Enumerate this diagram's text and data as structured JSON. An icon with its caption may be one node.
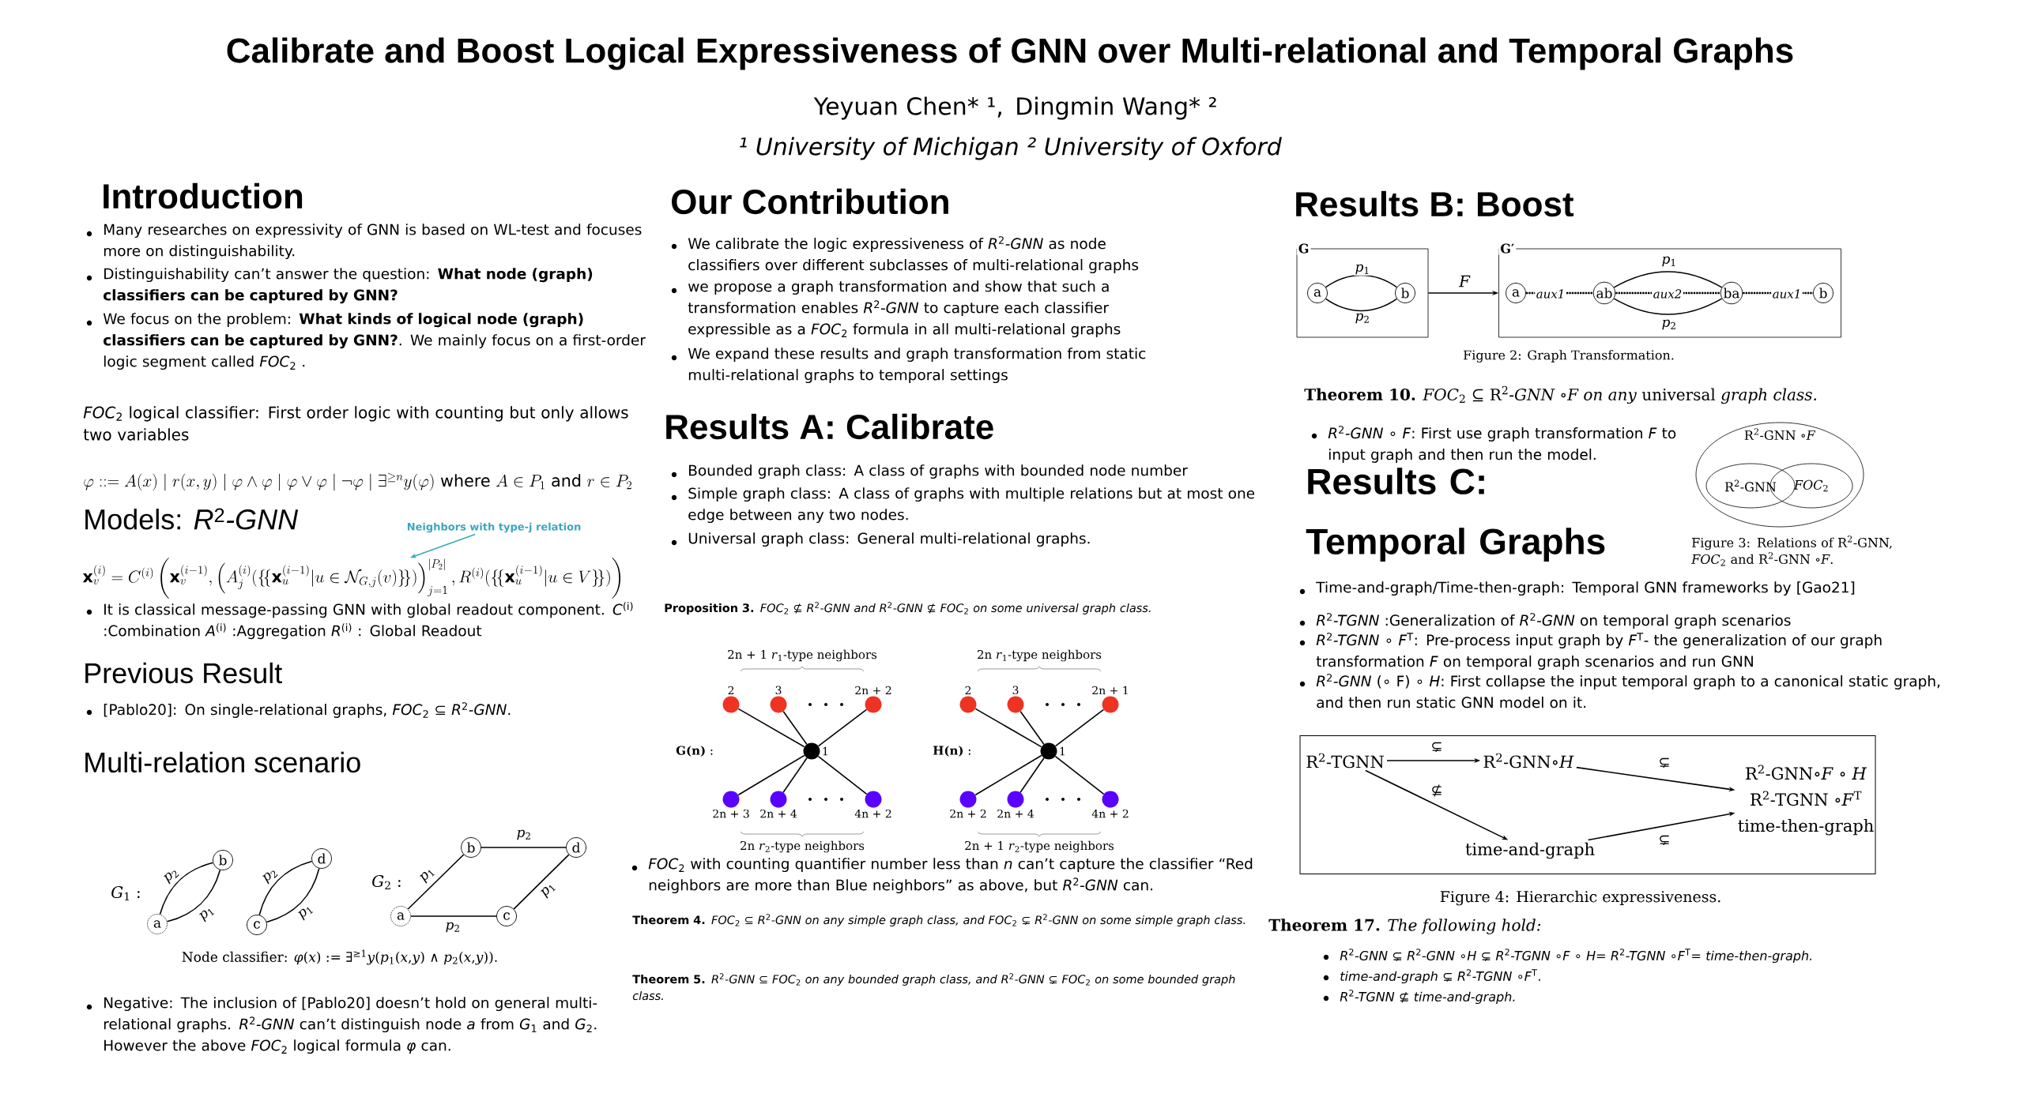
{
  "diagram": {
    "title": "Calibrate and Boost Logical Expressiveness of GNN over Multi-relational and Temporal Graphs",
    "nodes": [
      {
        "text": [
          "a"
        ]
      },
      {
        "text": [
          "b"
        ]
      },
      {
        "text": [
          "c"
        ]
      },
      {
        "text": [
          "d"
        ]
      },
      {
        "text": [
          "a"
        ]
      },
      {
        "text": [
          "b"
        ]
      },
      {
        "text": [
          "c"
        ]
      },
      {
        "text": [
          "d"
        ]
      },
      {
        "text": [],
        "shape": "circle",
        "beside": [
          "1"
        ]
      },
      {
        "text": [],
        "shape": "circle",
        "beside": [
          "2"
        ]
      },
      {
        "text": [],
        "shape": "circle",
        "beside": [
          "3"
        ]
      },
      {
        "text": [],
        "shape": "circle",
        "beside": [
          "2n + 2"
        ]
      },
      {
        "text": [],
        "shape": "circle",
        "beside": [
          "2n + 3"
        ]
      },
      {
        "text": [],
        "shape": "circle",
        "beside": [
          "2n + 4"
        ]
      },
      {
        "text": [],
        "shape": "circle",
        "beside": [
          "4n + 2"
        ]
      },
      {
        "text": [],
        "shape": "circle",
        "beside": [
          "1"
        ]
      },
      {
        "text": [],
        "shape": "circle",
        "beside": [
          "2"
        ]
      },
      {
        "text": [],
        "shape": "circle",
        "beside": [
          "3"
        ]
      },
      {
        "text": [],
        "shape": "circle",
        "beside": [
          "2n + 1"
        ]
      },
      {
        "text": [],
        "shape": "circle",
        "beside": [
          "2n + 2"
        ]
      },
      {
        "text": [],
        "shape": "circle",
        "beside": [
          "2n + 4"
        ]
      },
      {
        "text": [],
        "shape": "circle",
        "beside": [
          "4n + 2"
        ]
      },
      {
        "text": [
          "G"
        ]
      },
      {
        "text": [
          "a"
        ],
        "in": 22
      },
      {
        "text": [
          "b"
        ],
        "in": 22
      },
      {
        "text": [
          "G′"
        ]
      },
      {
        "text": [
          "a"
        ],
        "in": 25
      },
      {
        "text": [
          "ab"
        ],
        "in": 25
      },
      {
        "text": [
          "ba"
        ],
        "in": 25
      },
      {
        "text": [
          "b"
        ],
        "in": 25
      },
      {
        "text": [
          "R$^{2}$-GNN ∘*F*"
        ]
      },
      {
        "text": [
          "R$^{2}$-GNN"
        ],
        "in": 30
      },
      {
        "text": [
          "*FOC*$_{2}$"
        ],
        "in": 30
      },
      {
        "text": [],
        "shape": "box"
      },
      {
        "text": [
          "R$^{2}$-TGNN"
        ],
        "in": 33
      },
      {
        "text": [
          "R$^{2}$-GNN∘*H*"
        ],
        "in": 33
      },
      {
        "text": [
          "time-and-graph"
        ],
        "in": 33
      },
      {
        "text": [
          "R$^{2}$-GNN∘*F* ∘ *H*",
          "R$^{2}$-TGNN ∘*F*$^{T}$",
          "time-then-graph"
        ],
        "in": 33
      },
      {
        "text": [
          "Neighbors with type-j relation"
        ]
      },
      {
        "text": [
          "\\mathbf{x}_v^{(i)} = C^{(i)}\\left(\\mathbf{x}_v^{(i-1)}, \\left(A_j^{(i)}(\\{\\!\\{\\mathbf{x}_u^{(i-1)} | u \\in \\mathcal{N}_{G,j}(v)\\}\\!\\})\\right)_{j=1}^{|P_2|}, R^{(i)}(\\{\\!\\{\\mathbf{x}_u^{(i-1)} | u \\in V\\}\\!\\})\\right)"
        ]
      }
    ],
    "edges": [
      {
        "from": 0,
        "to": 1,
        "arrow": "none",
        "label": "*p*$_{2}$"
      },
      {
        "from": 0,
        "to": 1,
        "arrow": "none",
        "label": "*p*$_{1}$"
      },
      {
        "from": 2,
        "to": 3,
        "arrow": "none",
        "label": "*p*$_{2}$"
      },
      {
        "from": 2,
        "to": 3,
        "arrow": "none",
        "label": "*p*$_{1}$"
      },
      {
        "from": 4,
        "to": 5,
        "arrow": "none",
        "label": "*p*$_{1}$"
      },
      {
        "from": 5,
        "to": 7,
        "arrow": "none",
        "label": "*p*$_{2}$"
      },
      {
        "from": 7,
        "to": 6,
        "arrow": "none",
        "label": "*p*$_{1}$"
      },
      {
        "from": 4,
        "to": 6,
        "arrow": "none",
        "label": "*p*$_{2}$"
      },
      {
        "from": 8,
        "to": 9,
        "arrow": "none"
      },
      {
        "from": 8,
        "to": 10,
        "arrow": "none"
      },
      {
        "from": 8,
        "to": 11,
        "arrow": "none"
      },
      {
        "from": 8,
        "to": 12,
        "arrow": "none"
      },
      {
        "from": 8,
        "to": 13,
        "arrow": "none"
      },
      {
        "from": 8,
        "to": 14,
        "arrow": "none"
      },
      {
        "from": 15,
        "to": 16,
        "arrow": "none"
      },
      {
        "from": 15,
        "to": 17,
        "arrow": "none"
      },
      {
        "from": 15,
        "to": 18,
        "arrow": "none"
      },
      {
        "from": 15,
        "to": 19,
        "arrow": "none"
      },
      {
        "from": 15,
        "to": 20,
        "arrow": "none"
      },
      {
        "from": 15,
        "to": 21,
        "arrow": "none"
      },
      {
        "from": 23,
        "to": 24,
        "arrow": "none",
        "label": "*p*$_{1}$"
      },
      {
        "from": 23,
        "to": 24,
        "arrow": "none",
        "label": "*p*$_{2}$"
      },
      {
        "from": 22,
        "to": 25,
        "arrow": "to",
        "label": "F"
      },
      {
        "from": 26,
        "to": 27,
        "arrow": "none",
        "label": "aux1",
        "style": "dashed"
      },
      {
        "from": 27,
        "to": 28,
        "arrow": "none",
        "label": "aux2",
        "style": "dashed"
      },
      {
        "from": 27,
        "to": 28,
        "arrow": "none",
        "label": "*p*$_{1}$"
      },
      {
        "from": 27,
        "to": 28,
        "arrow": "none",
        "label": "*p*$_{2}$"
      },
      {
        "from": 28,
        "to": 29,
        "arrow": "none",
        "label": "aux1",
        "style": "dashed"
      },
      {
        "from": 34,
        "to": 35,
        "arrow": "to",
        "label": "⊊"
      },
      {
        "from": 34,
        "to": 36,
        "arrow": "to",
        "label": "⊈"
      },
      {
        "from": 35,
        "to": 37,
        "arrow": "to",
        "label": "⊊"
      },
      {
        "from": 36,
        "to": 37,
        "arrow": "to",
        "label": "⊊"
      },
      {
        "from": 38,
        "to": 39,
        "arrow": "to",
        "color": "#3aa6c0"
      }
    ],
    "labels": [
      "Yeyuan Chen* ¹,",
      "Dingmin Wang* ²",
      "¹ University of Michigan ² University of Oxford",
      "Introduction",
      "Many researches on expressivity of GNN is based on WL-test and focuses more on distinguishability.",
      "Distinguishability can’t answer the question: **What node (graph) classifiers can be captured by GNN?**",
      "We focus on the problem: **What kinds of logical node (graph) classifiers can be captured by GNN?**. We mainly focus on a first-order logic segment called *FOC*$_{2}$ .",
      "*FOC*$_{2}$ logical classifier: First order logic with counting but only allows two variables",
      "\\varphi ::= A(x) \\mid r(x,y) \\mid \\varphi \\wedge \\varphi \\mid \\varphi \\vee \\varphi \\mid \\neg \\varphi \\mid \\exists^{\\geq n} y(\\varphi) \\text{ where } A \\in P_1 \\text{ and } r \\in P_2",
      "Models: *R*$^{2}$*-GNN*",
      "It is classical message-passing GNN with global readout component. *C*$^{(i)}$ :Combination *A*$^{(i)}$ :Aggregation *R*$^{(i)}$ : Global Readout",
      "Previous Result",
      "[Pablo20]: On single-relational graphs, *FOC*$_{2}$ ⊆ *R*$^{2}$*-GNN*.",
      "Multi-relation scenario",
      "*G*$_{1}$ :",
      "*G*$_{2}$ :",
      "Node classifier: *φ*(*x*) := ∃$^{≥1}$*y*(*p*$_{1}$(*x*,*y*) ∧ *p*$_{2}$(*x*,*y*)).",
      "Negative: The inclusion of [Pablo20] doesn’t hold on general multi-relational graphs. *R*$^{2}$*-GNN* can’t distinguish node *a* from *G*$_{1}$ and *G*$_{2}$. However the above *FOC*$_{2}$ logical formula *φ* can.",
      "Our Contribution",
      "We calibrate the logic expressiveness of *R*$^{2}$*-GNN* as node classifiers over different subclasses of multi-relational graphs",
      "we propose a graph transformation and show that such a transformation enables *R*$^{2}$*-GNN* to capture each classifier expressible as a *FOC*$_{2}$ formula in all multi-relational graphs",
      "We expand these results and graph transformation from static multi-relational graphs to temporal settings",
      "Results A: Calibrate",
      "Bounded graph class: A class of graphs with bounded node number",
      "Simple graph class: A class of graphs with multiple relations but at most one edge between any two nodes.",
      "Universal graph class: General multi-relational graphs.",
      "**Proposition 3.** *FOC*$_{2}$ ⊈ *R*$^{2}$*-GNN and R*$^{2}$*-GNN* ⊈ *FOC*$_{2}$ *on some universal graph class.*",
      "2n + 1 *r*$_{1}$-type neighbors",
      "2n *r*$_{2}$-type neighbors",
      "**G(n)** :",
      "2n *r*$_{1}$-type neighbors",
      "2n + 1 *r*$_{2}$-type neighbors",
      "**H(n)** :",
      "*FOC*$_{2}$ with counting quantifier number less than *n* can’t capture the classifier “Red neighbors are more than Blue neighbors” as above, but *R*$^{2}$*-GNN* can.",
      "**Theorem 4.** *FOC*$_{2}$ ⊆ *R*$^{2}$*-GNN on any simple graph class, and FOC*$_{2}$ ⊊ *R*$^{2}$*-GNN on some simple graph class.*",
      "**Theorem 5.** *R*$^{2}$*-GNN* ⊆ *FOC*$_{2}$ *on any bounded graph class, and R*$^{2}$*-GNN* ⊊ *FOC*$_{2}$ *on some bounded graph class.*",
      "Results B: Boost",
      "Figure 2: Graph Transformation.",
      "**Theorem 10.** *FOC*$_{2}$ ⊆ R$^{2}$*-GNN ∘F on any* universal *graph class.*",
      "*R*$^{2}$*-GNN ∘ F*: First use graph transformation *F* to input graph and then run the model.",
      "Results C: Temporal Graphs",
      "Figure 3: Relations of R$^{2}$-GNN, *FOC*$_{2}$ and R$^{2}$-GNN ∘*F*.",
      "Time-and-graph/Time-then-graph: Temporal GNN frameworks by [Gao21]",
      "*R*$^{2}$*-TGNN* :Generalization of *R*$^{2}$*-GNN* on temporal graph scenarios",
      "*R*$^{2}$*-TGNN ∘ F*$^{T}$: Pre-process input graph by *F*$^{T}$- the generalization of our graph transformation *F* on temporal graph scenarios and run GNN",
      "*R*$^{2}$*-GNN* (∘ F) ∘ *H*: First collapse the input temporal graph to a canonical static graph, and then run static GNN model on it.",
      "Figure 4: Hierarchic expressiveness.",
      "**Theorem 17.** *The following hold:*",
      "*R*$^{2}$*-GNN* ⊊ *R*$^{2}$*-GNN ∘H* ⊊ *R*$^{2}$*-TGNN ∘F ∘ H*= *R*$^{2}$*-TGNN ∘F*$^{T}$= *time-then-graph.*",
      "*time-and-graph* ⊊ *R*$^{2}$*-TGNN ∘F*$^{T}$.",
      "*R*$^{2}$*-TGNN* ⊈ *time-and-graph.*"
    ]
  }
}
